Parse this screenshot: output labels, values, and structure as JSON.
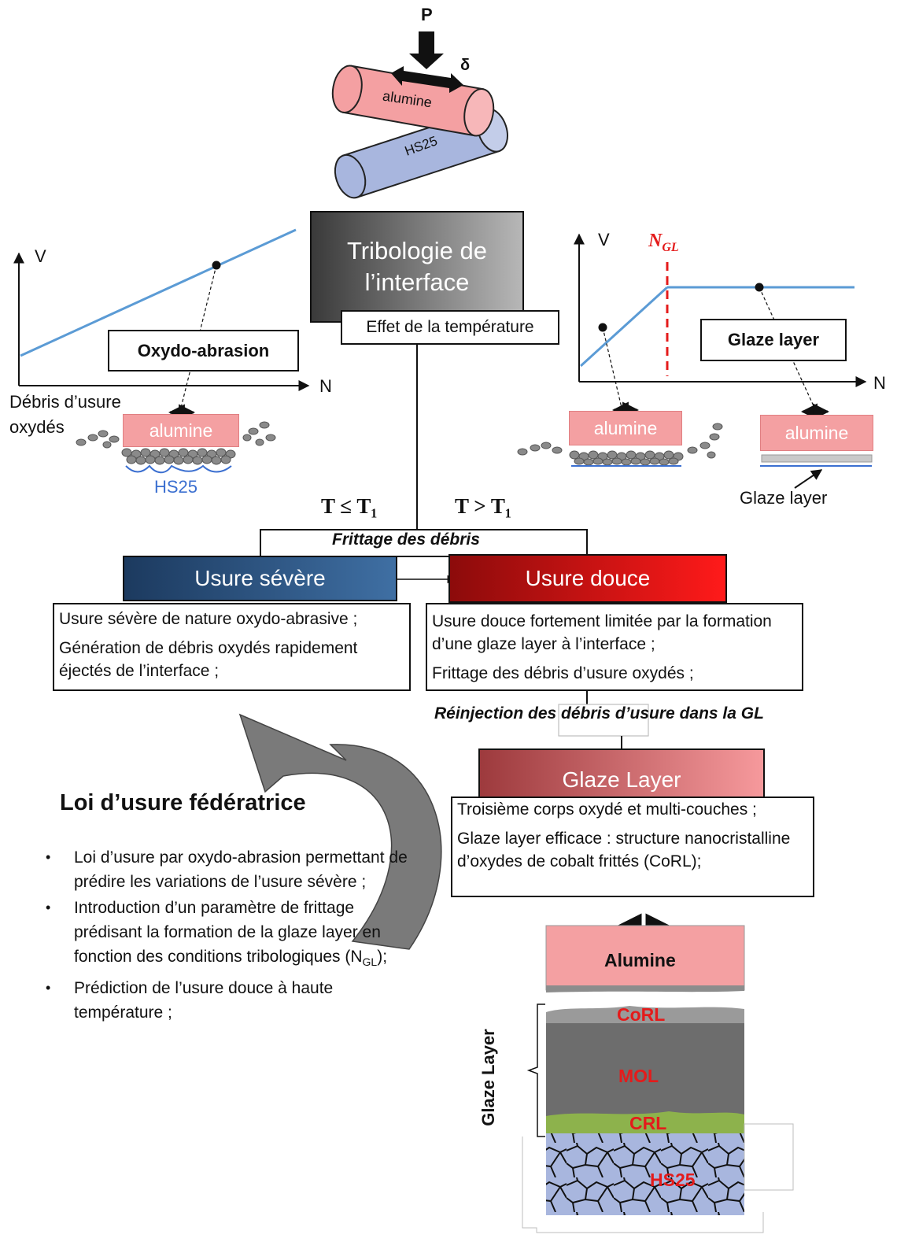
{
  "top": {
    "load_label": "P",
    "displacement_label": "δ",
    "upper_cylinder": "alumine",
    "lower_cylinder": "HS25"
  },
  "center": {
    "title_line1": "Tribologie de",
    "title_line2": "l’interface",
    "subtitle": "Effet de la température",
    "cond_low": "T ≤ T₁",
    "cond_high": "T > T₁",
    "sintering_label": "Frittage des débris"
  },
  "left_graph": {
    "y_axis": "V",
    "x_axis": "N",
    "mechanism": "Oxydo-abrasion",
    "debris_label_line1": "Débris d’usure",
    "debris_label_line2": "oxydés",
    "pad_label": "alumine",
    "substrate_label": "HS25"
  },
  "right_graph": {
    "y_axis": "V",
    "x_axis": "N",
    "threshold": "N",
    "threshold_sub": "GL",
    "mechanism": "Glaze layer",
    "pad_label_1": "alumine",
    "pad_label_2": "alumine",
    "glaze_label": "Glaze layer"
  },
  "severe": {
    "title": "Usure sévère",
    "p1": "Usure sévère de nature oxydo-abrasive ;",
    "p2": "Génération de débris oxydés rapidement éjectés de l’interface ;"
  },
  "mild": {
    "title": "Usure douce",
    "p1": "Usure douce fortement limitée par la formation d’une glaze layer à l’interface ;",
    "p2": "Frittage des débris d’usure oxydés ;"
  },
  "reinjection": "Réinjection des débris d’usure dans la GL",
  "glaze_layer": {
    "title": "Glaze Layer",
    "p1": "Troisième corps oxydé et multi-couches ;",
    "p2": "Glaze layer efficace : structure nanocristalline d’oxydes de cobalt frittés (CoRL);"
  },
  "federating_law": {
    "title": "Loi d’usure fédératrice",
    "item1": "Loi d’usure par oxydo-abrasion permettant de prédire les variations de l’usure sévère ;",
    "item2_pre": "Introduction d’un paramètre de frittage prédisant la formation de la glaze layer en fonction des conditions tribologiques (N",
    "item2_sub": "GL",
    "item2_post": ");",
    "item3": "Prédiction de l’usure douce à haute température ;"
  },
  "layers": {
    "alumine": "Alumine",
    "side_label": "Glaze Layer",
    "corl": "CoRL",
    "mol": "MOL",
    "crl": "CRL",
    "substrate": "HS25"
  },
  "colors": {
    "pink": "#f4a0a2",
    "blue_cyl": "#a8b6de",
    "line_blue": "#5b9bd5",
    "dashed_red": "#e41b1b",
    "severe_dark": "#1f3f66",
    "mild_red": "#e10f0f",
    "dark_grey": "#6d6d6d",
    "green": "#8db24c"
  }
}
